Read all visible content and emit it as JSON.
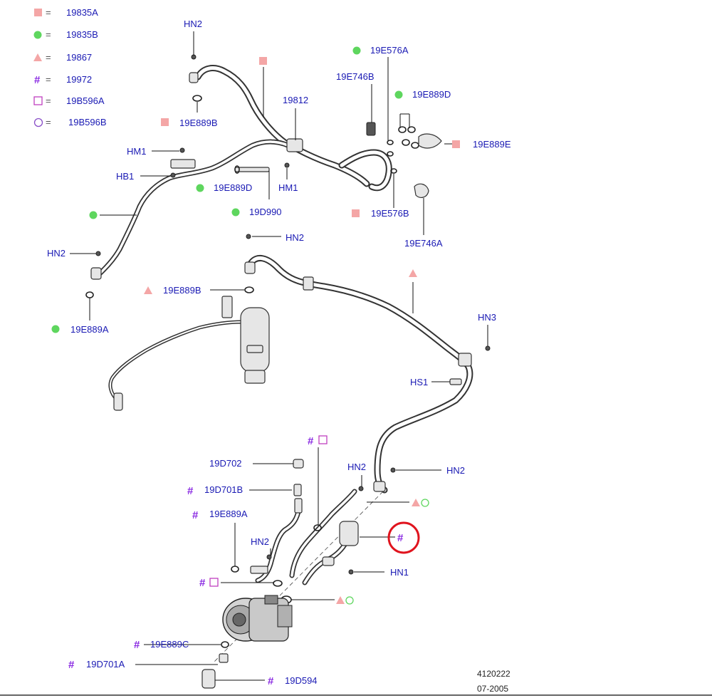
{
  "legend": [
    {
      "symbol": "pink-square",
      "eq": "=",
      "code": "19835A"
    },
    {
      "symbol": "green-dot",
      "eq": "=",
      "code": "19835B"
    },
    {
      "symbol": "pink-triangle",
      "eq": "=",
      "code": "19867"
    },
    {
      "symbol": "hash",
      "eq": "=",
      "code": "19972"
    },
    {
      "symbol": "open-square",
      "eq": "=",
      "code": "19B596A"
    },
    {
      "symbol": "open-circle",
      "eq": "=",
      "code": "19B596B"
    }
  ],
  "hash_symbol": "#",
  "labels": {
    "hn2_top": "HN2",
    "l19e889b_top": "19E889B",
    "l19812": "19812",
    "hm1_left": "HM1",
    "hb1": "HB1",
    "l19e889d": "19E889D",
    "hm1_mid": "HM1",
    "l19d990": "19D990",
    "l19e576a": "19E576A",
    "l19e746b": "19E746B",
    "l19e889d_right": "19E889D",
    "l19e889e": "19E889E",
    "l19e576b": "19E576B",
    "l19e746a": "19E746A",
    "hn2_left": "HN2",
    "l19e889a_left": "19E889A",
    "hn2_mid": "HN2",
    "l19e889b_mid": "19E889B",
    "hn3": "HN3",
    "hs1": "HS1",
    "l19d702": "19D702",
    "l19d701b": "19D701B",
    "l19e889a_low": "19E889A",
    "hn2_lowmid": "HN2",
    "hn2_lowright": "HN2",
    "hn2_lowleft": "HN2",
    "hn1_low": "HN1",
    "l19e889c": "19E889C",
    "l19d701a": "19D701A",
    "l19d594": "19D594",
    "ref_number": "4120222",
    "ref_date": "07-2005"
  },
  "colors": {
    "pink": "#f4a6a6",
    "green": "#5ed65e",
    "purple": "#8a2be2",
    "label_blue": "#1a1ab4",
    "highlight_red": "#e0141e"
  },
  "highlight": {
    "target": "hash-callout",
    "shape": "red-circle"
  }
}
